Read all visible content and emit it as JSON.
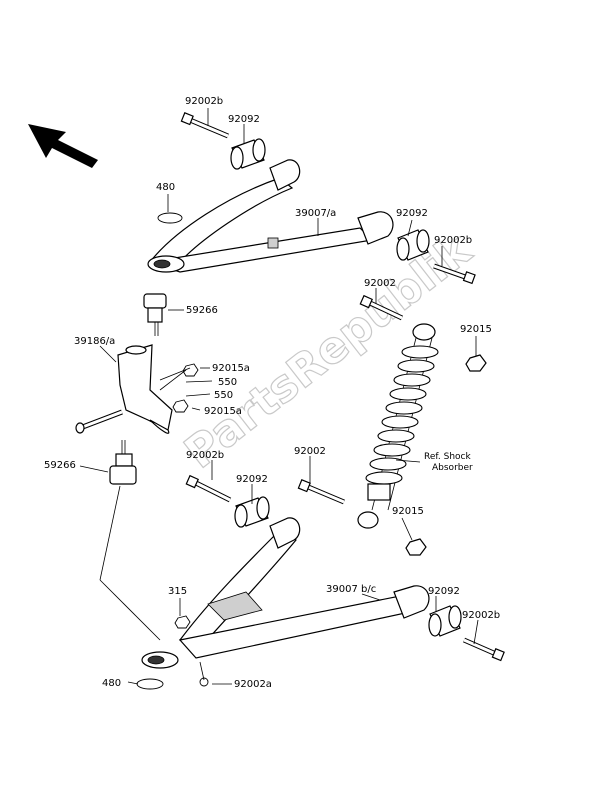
{
  "watermark": "PartsRepublik",
  "labels": {
    "p92002b_top": "92002b",
    "p92092_top": "92092",
    "p480_top": "480",
    "p39007a": "39007/a",
    "p92092_right_top": "92092",
    "p92002b_right_top": "92002b",
    "p92002_top": "92002",
    "p92015_right_top": "92015",
    "p59266_top": "59266",
    "p39186a": "39186/a",
    "p92015a_top": "92015a",
    "p550_top": "550",
    "p550_bottom": "550",
    "p92015a_bottom": "92015a",
    "p59266_bottom": "59266",
    "p92002b_mid": "92002b",
    "p92092_mid": "92092",
    "p92002_mid": "92002",
    "ref_shock_1": "Ref. Shock",
    "ref_shock_2": "Absorber",
    "p92015_mid": "92015",
    "p315": "315",
    "p39007bc": "39007 b/c",
    "p92092_bottom_right": "92092",
    "p92002b_bottom_right": "92002b",
    "p480_bottom": "480",
    "p92002a": "92002a"
  }
}
